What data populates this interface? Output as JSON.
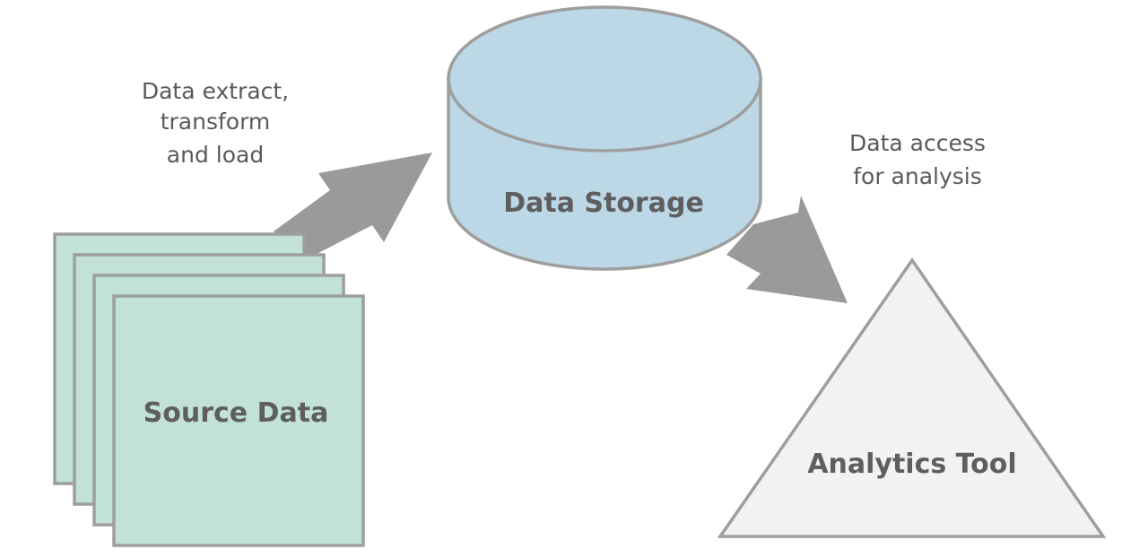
{
  "nodes": {
    "source": {
      "label": "Source Data"
    },
    "storage": {
      "label": "Data Storage"
    },
    "analytics": {
      "label": "Analytics Tool"
    }
  },
  "edges": {
    "etl": {
      "label_lines": [
        "Data extract,",
        "transform",
        "and load"
      ]
    },
    "access": {
      "label_lines": [
        "Data access",
        "for analysis"
      ]
    }
  },
  "colors": {
    "source_fill": "#c2e2d8",
    "storage_fill": "#bcd8e6",
    "analytics_fill": "#f2f2f2",
    "outline": "#9e9e9e",
    "arrow": "#9a9a9a"
  }
}
